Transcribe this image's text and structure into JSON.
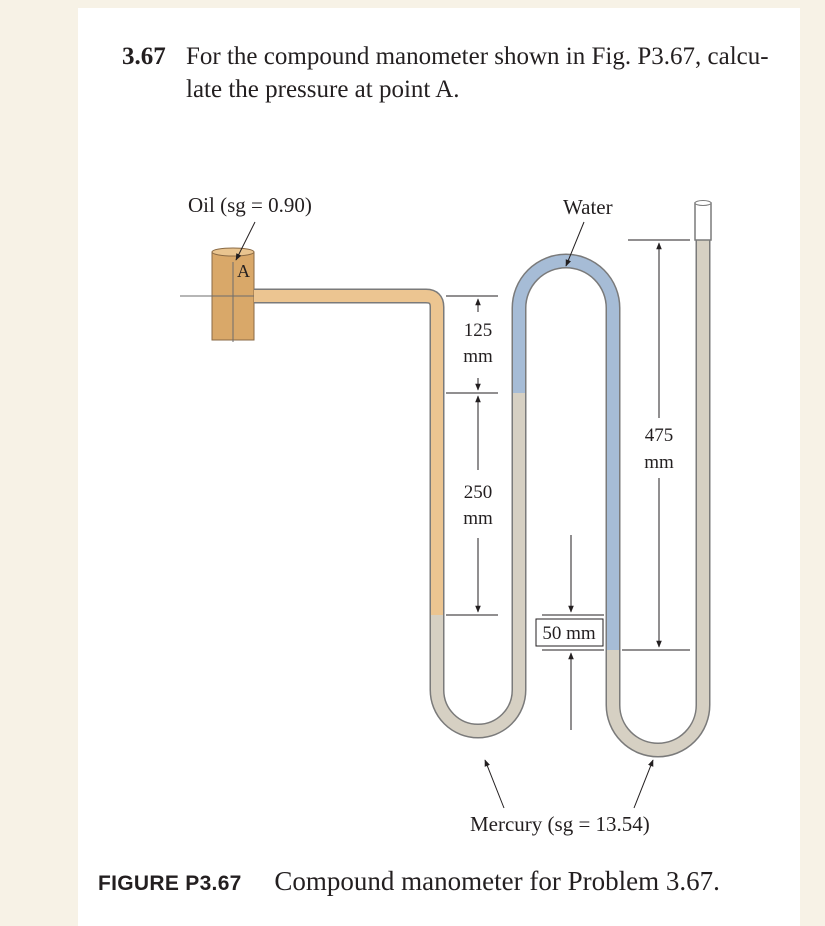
{
  "problem": {
    "number": "3.67",
    "line1": "For the compound manometer shown in Fig. P3.67, calcu-",
    "line2": "late the pressure at point A."
  },
  "figure": {
    "oil_label": "Oil (sg = 0.90)",
    "water_label": "Water",
    "point_label": "A",
    "dim_125_value": "125",
    "dim_125_unit": "mm",
    "dim_250_value": "250",
    "dim_250_unit": "mm",
    "dim_475_value": "475",
    "dim_475_unit": "mm",
    "dim_50": "50 mm",
    "mercury_label": "Mercury (sg = 13.54)"
  },
  "caption": {
    "label": "FIGURE P3.67",
    "text": "Compound manometer for Problem 3.67."
  },
  "colors": {
    "background": "#f7f2e6",
    "page": "#ffffff",
    "oil": "#ecc591",
    "water": "#a6bcd6",
    "mercury": "#d6d0c3",
    "pipe": "#d9a869"
  }
}
